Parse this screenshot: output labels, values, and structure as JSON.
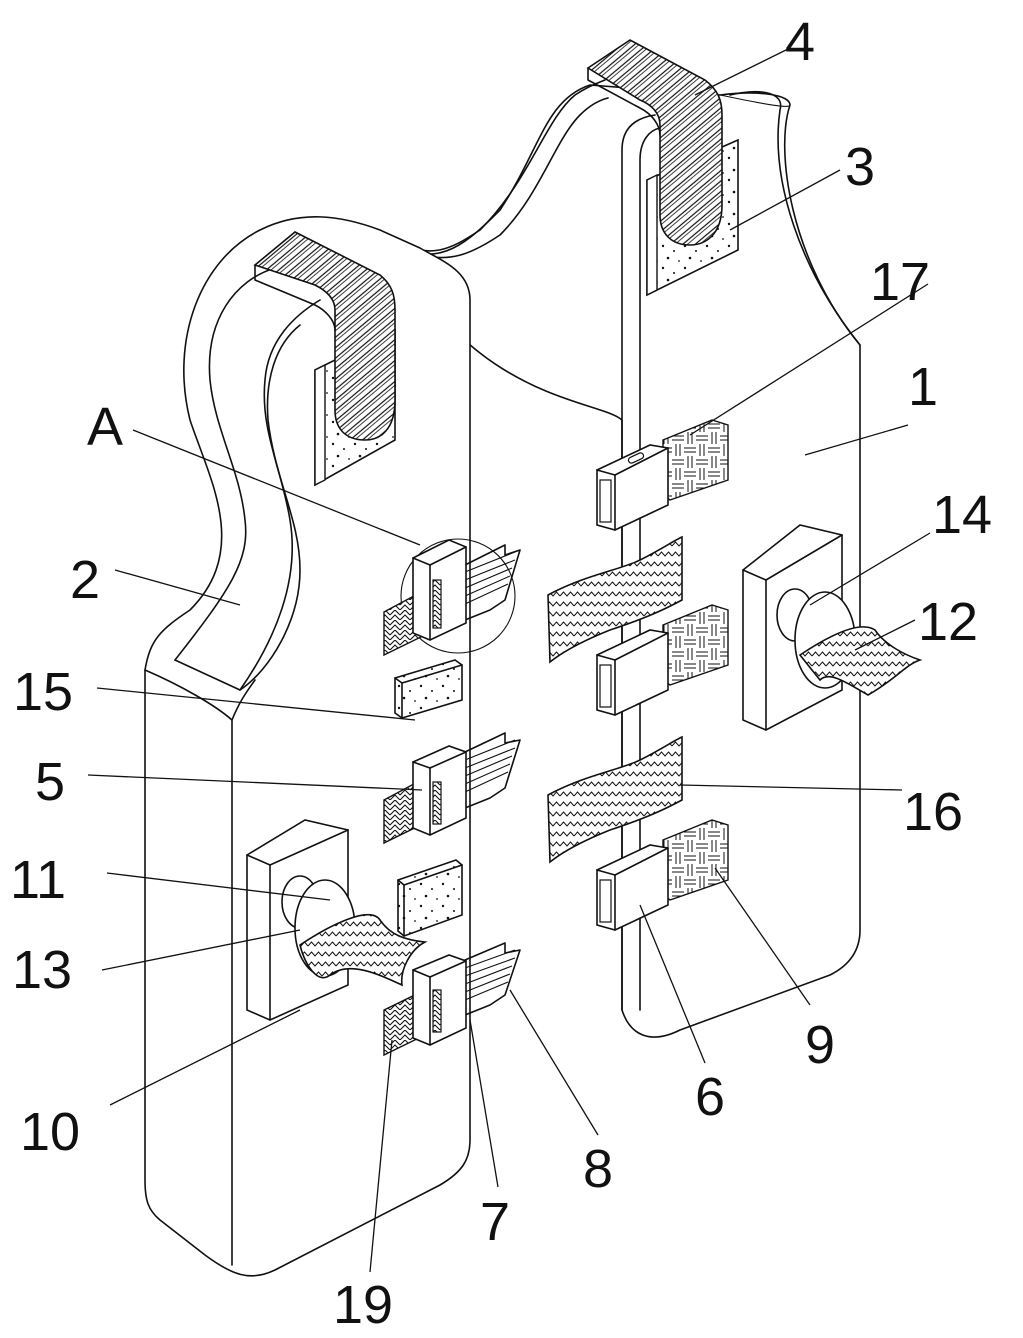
{
  "figure": {
    "type": "patent-line-drawing",
    "subject": "perspective view of a vest-shaped protective garment with shoulder straps, buckles, sponge pads and strap fasteners",
    "colors": {
      "line": "#111111",
      "background": "#ffffff"
    }
  },
  "labels": {
    "l1": "1",
    "l2": "2",
    "l3": "3",
    "l4": "4",
    "l5": "5",
    "l6": "6",
    "l7": "7",
    "l8": "8",
    "l9": "9",
    "l10": "10",
    "l11": "11",
    "l12": "12",
    "l13": "13",
    "l14": "14",
    "l15": "15",
    "l16": "16",
    "l17": "17",
    "l19": "19",
    "lA": "A"
  }
}
